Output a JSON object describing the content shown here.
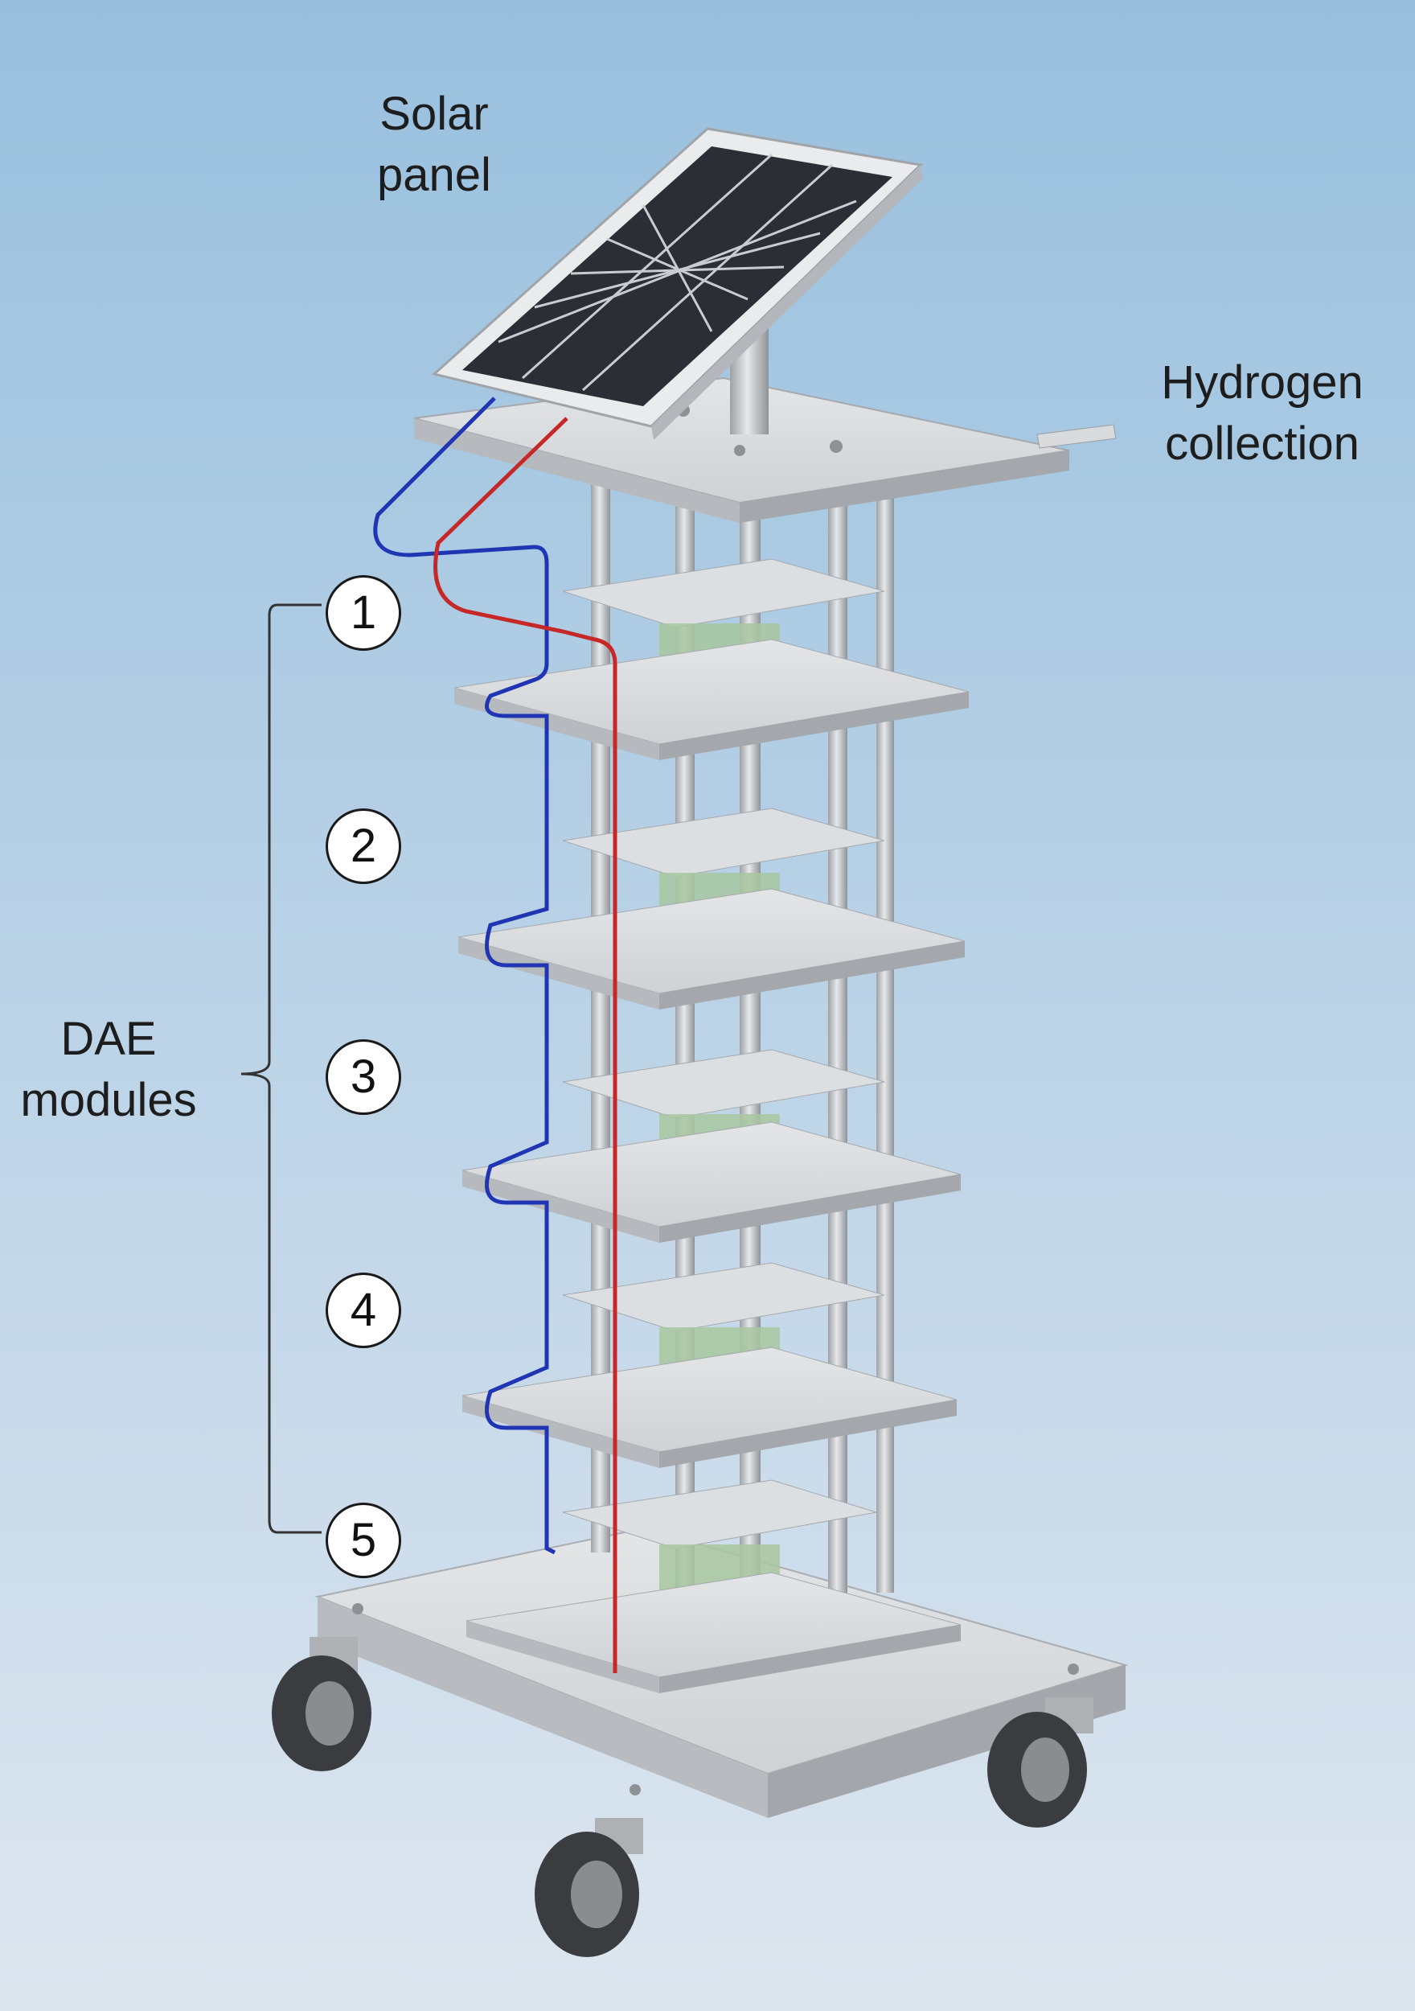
{
  "labels": {
    "solar_panel": [
      "Solar",
      "panel"
    ],
    "hydrogen_collection": [
      "Hydrogen",
      "collection"
    ],
    "dae_modules": [
      "DAE",
      "modules"
    ]
  },
  "modules": [
    "1",
    "2",
    "3",
    "4",
    "5"
  ],
  "colors": {
    "background_top": "#98c0de",
    "background_bottom": "#dde6ef",
    "plate": "#d6d8da",
    "rod": "#b9bcbf",
    "panel_cell": "#2b2f35",
    "wire_positive": "#c62828",
    "wire_negative": "#1f35b3",
    "electrode_pack": "#a8c7a0"
  }
}
